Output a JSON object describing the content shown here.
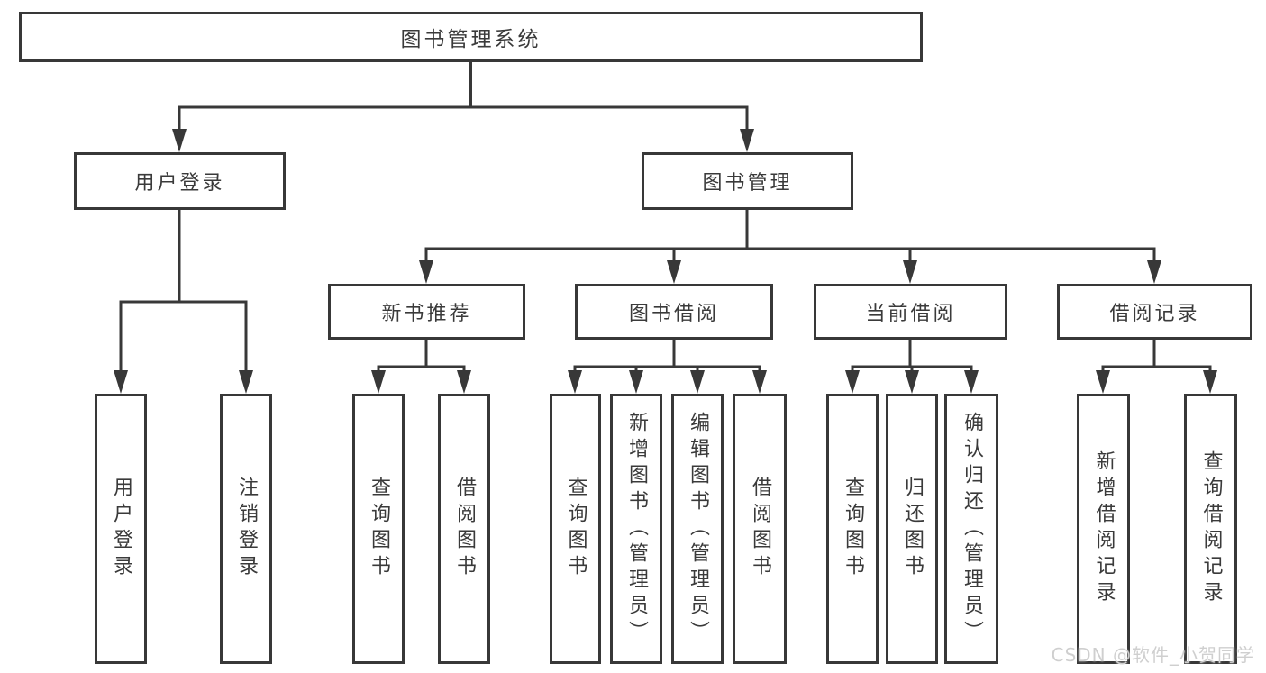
{
  "colors": {
    "line": "#383838",
    "text": "#3a3a3a",
    "box-bg": "#ffffff",
    "page-bg": "#ffffff",
    "watermark": "#cfcfcf"
  },
  "watermark": {
    "text": "CSDN @软件_小贺同学"
  },
  "diagram": {
    "root": {
      "label": "图书管理系统"
    },
    "branches": [
      {
        "label": "用户登录",
        "children": [
          {
            "label": "用户登录"
          },
          {
            "label": "注销登录"
          }
        ]
      },
      {
        "label": "图书管理",
        "children": [
          {
            "label": "新书推荐",
            "children": [
              {
                "label": "查询图书"
              },
              {
                "label": "借阅图书"
              }
            ]
          },
          {
            "label": "图书借阅",
            "children": [
              {
                "label": "查询图书"
              },
              {
                "label": "新增图书（管理员）"
              },
              {
                "label": "编辑图书（管理员）"
              },
              {
                "label": "借阅图书"
              }
            ]
          },
          {
            "label": "当前借阅",
            "children": [
              {
                "label": "查询图书"
              },
              {
                "label": "归还图书"
              },
              {
                "label": "确认归还（管理员）"
              }
            ]
          },
          {
            "label": "借阅记录",
            "children": [
              {
                "label": "新增借阅记录"
              },
              {
                "label": "查询借阅记录"
              }
            ]
          }
        ]
      }
    ]
  }
}
